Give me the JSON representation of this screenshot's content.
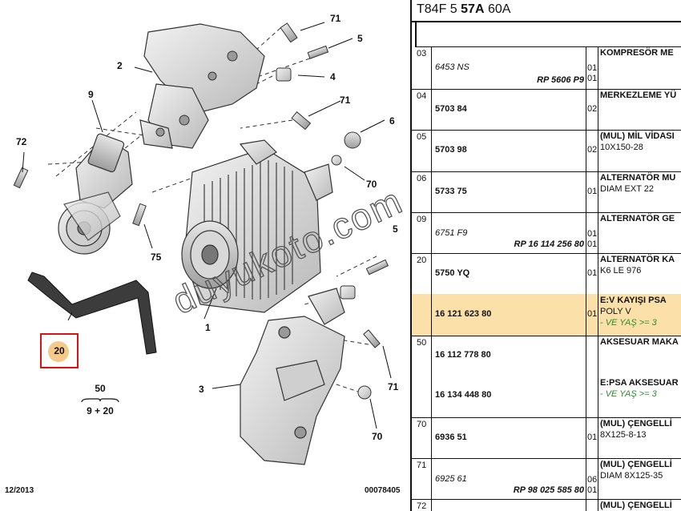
{
  "diagram": {
    "callouts": [
      "71",
      "5",
      "4",
      "2",
      "71",
      "9",
      "6",
      "72",
      "70",
      "75",
      "5",
      "1",
      "20",
      "3",
      "71",
      "70"
    ],
    "highlighted_callout": "20",
    "sum_top": "50",
    "sum_bottom": "9 + 20",
    "date": "12/2013",
    "doc_number": "00078405"
  },
  "watermark": "duyukoto.com",
  "table": {
    "header_parts": [
      "T84F 5 ",
      "57A",
      " 60A"
    ],
    "rows": [
      {
        "no": "03",
        "refs": [
          {
            "text": "6453 NS",
            "style": "ital"
          },
          {
            "text": "RP 5606 P9",
            "style": "ital-bold-right"
          }
        ],
        "qty": [
          "01",
          "01"
        ],
        "desc": [
          {
            "text": "KOMPRESÖR ME",
            "style": "bold"
          }
        ],
        "hl": false
      },
      {
        "no": "04",
        "refs": [
          {
            "text": "5703 84",
            "style": "bold"
          }
        ],
        "qty": [
          "02"
        ],
        "desc": [
          {
            "text": "MERKEZLEME YÜ",
            "style": "bold"
          }
        ],
        "hl": false
      },
      {
        "no": "05",
        "refs": [
          {
            "text": "5703 98",
            "style": "bold"
          }
        ],
        "qty": [
          "02"
        ],
        "desc": [
          {
            "text": "(MUL) MİL VİDASI",
            "style": "bold"
          },
          {
            "text": "10X150-28",
            "style": ""
          }
        ],
        "hl": false
      },
      {
        "no": "06",
        "refs": [
          {
            "text": "5733 75",
            "style": "bold"
          }
        ],
        "qty": [
          "01"
        ],
        "desc": [
          {
            "text": "ALTERNATÖR MU",
            "style": "bold"
          },
          {
            "text": "DIAM EXT 22",
            "style": ""
          }
        ],
        "hl": false
      },
      {
        "no": "09",
        "refs": [
          {
            "text": "6751 F9",
            "style": "ital"
          },
          {
            "text": "RP 16 114 256 80",
            "style": "ital-bold-right"
          }
        ],
        "qty": [
          "01",
          "01"
        ],
        "desc": [
          {
            "text": "ALTERNATÖR GE",
            "style": "bold"
          }
        ],
        "hl": false
      },
      {
        "no": "20",
        "refs": [
          {
            "text": "5750 YQ",
            "style": "bold"
          }
        ],
        "qty": [
          "01"
        ],
        "desc": [
          {
            "text": "ALTERNATÖR KA",
            "style": "bold"
          },
          {
            "text": "K6 LE 976",
            "style": ""
          }
        ],
        "hl": false
      },
      {
        "no": "",
        "refs": [
          {
            "text": "16 121 623 80",
            "style": "bold"
          }
        ],
        "qty": [
          "01"
        ],
        "desc": [
          {
            "text": "E:V KAYIŞI PSA",
            "style": "bold"
          },
          {
            "text": "POLY V",
            "style": ""
          },
          {
            "text": "- VE YAŞ >= 3",
            "style": "grn"
          }
        ],
        "hl": true
      },
      {
        "no": "50",
        "refs": [
          {
            "text": "16 112 778 80",
            "style": "bold"
          },
          {
            "text": "16 134 448 80",
            "style": "bold"
          }
        ],
        "qty": [
          "",
          ""
        ],
        "desc": [
          {
            "text": "AKSESUAR MAKA",
            "style": "bold"
          },
          {
            "text": "E:PSA AKSESUAR",
            "style": "bold"
          },
          {
            "text": "- VE YAŞ >= 3",
            "style": "grn"
          }
        ],
        "hl": false
      },
      {
        "no": "70",
        "refs": [
          {
            "text": "6936 51",
            "style": "bold"
          }
        ],
        "qty": [
          "01"
        ],
        "desc": [
          {
            "text": "(MUL) ÇENGELLİ",
            "style": "bold"
          },
          {
            "text": "8X125-8-13",
            "style": ""
          }
        ],
        "hl": false
      },
      {
        "no": "71",
        "refs": [
          {
            "text": "6925 61",
            "style": "ital"
          },
          {
            "text": "RP 98 025 585 80",
            "style": "ital-bold-right"
          }
        ],
        "qty": [
          "06",
          "01"
        ],
        "desc": [
          {
            "text": "(MUL) ÇENGELLİ",
            "style": "bold"
          },
          {
            "text": "DIAM 8X125-35",
            "style": ""
          }
        ],
        "hl": false
      },
      {
        "no": "72",
        "refs": [],
        "qty": [],
        "desc": [
          {
            "text": "(MUL) ÇENGELLİ",
            "style": "bold"
          }
        ],
        "hl": false
      }
    ]
  }
}
